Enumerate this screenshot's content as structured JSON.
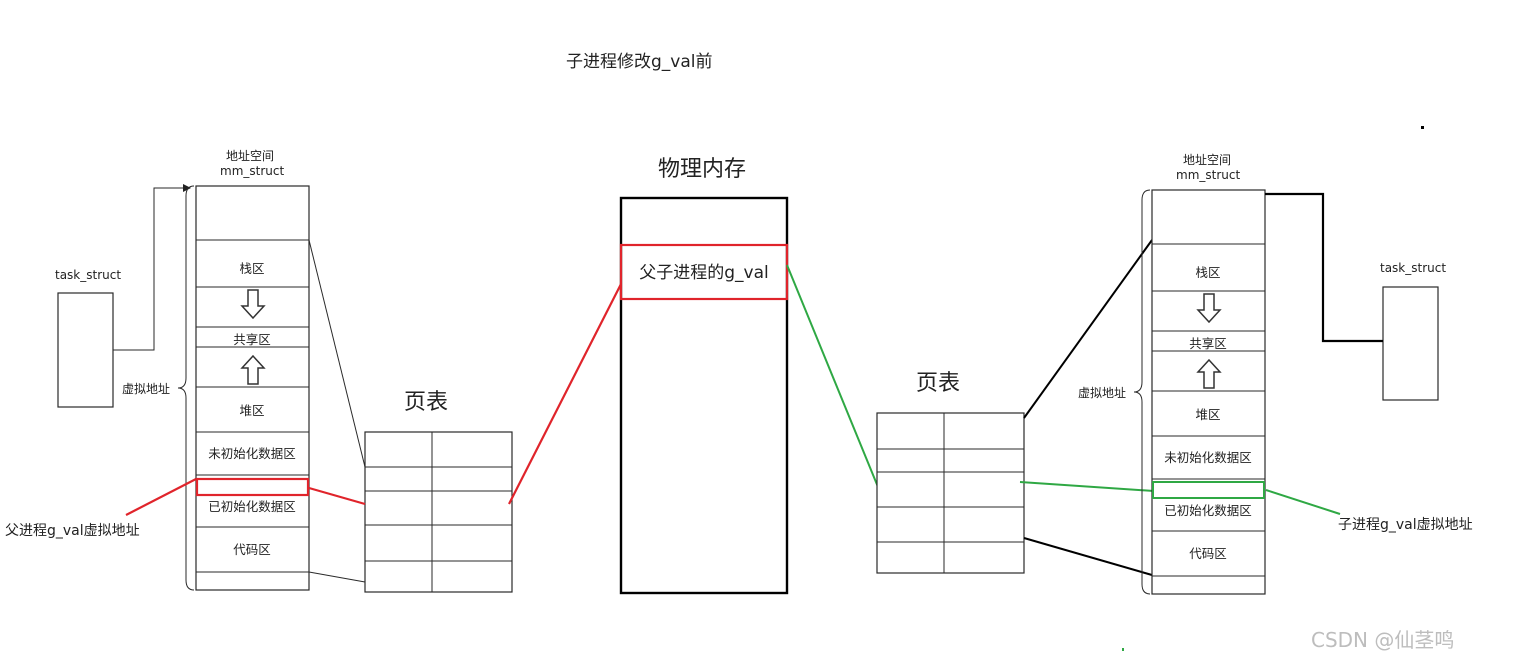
{
  "title": "子进程修改g_val前",
  "physical_memory": {
    "title": "物理内存",
    "entry": "父子进程的g_val"
  },
  "page_table_label": "页表",
  "left": {
    "task_struct": "task_struct",
    "mm_header": "地址空间",
    "mm_header2": "mm_struct",
    "brace_label": "虚拟地址",
    "segments": {
      "stack": "栈区",
      "shared": "共享区",
      "heap": "堆区",
      "bss": "未初始化数据区",
      "data": "已初始化数据区",
      "code": "代码区"
    },
    "vaddr_label": "父进程g_val虚拟地址"
  },
  "right": {
    "task_struct": "task_struct",
    "mm_header": "地址空间",
    "mm_header2": "mm_struct",
    "brace_label": "虚拟地址",
    "segments": {
      "stack": "栈区",
      "shared": "共享区",
      "heap": "堆区",
      "bss": "未初始化数据区",
      "data": "已初始化数据区",
      "code": "代码区"
    },
    "vaddr_label": "子进程g_val虚拟地址"
  },
  "watermark": "CSDN @仙茎鸣",
  "colors": {
    "highlight_red": "#e0242b",
    "highlight_green": "#2fa844"
  }
}
